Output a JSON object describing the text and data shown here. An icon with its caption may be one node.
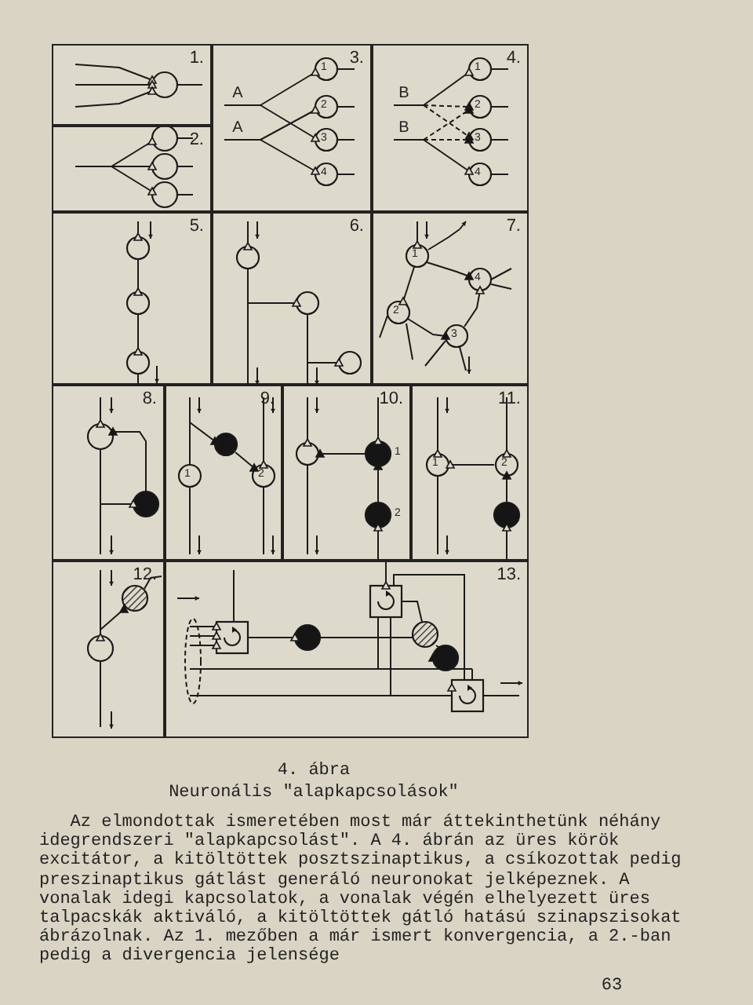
{
  "diagram": {
    "nodes": [
      {
        "text": [
          "1."
        ]
      },
      {
        "text": [
          "2."
        ]
      },
      {
        "text": [
          "3."
        ]
      },
      {
        "text": [
          "4."
        ]
      },
      {
        "text": [
          "5."
        ]
      },
      {
        "text": [
          "6."
        ]
      },
      {
        "text": [
          "7."
        ]
      },
      {
        "text": [
          "8."
        ]
      },
      {
        "text": [
          "9."
        ]
      },
      {
        "text": [
          "10."
        ]
      },
      {
        "text": [
          "11."
        ]
      },
      {
        "text": [
          "12."
        ]
      },
      {
        "text": [
          "13."
        ]
      }
    ],
    "labels": [
      "A",
      "A",
      "1",
      "2",
      "3",
      "4",
      "B",
      "B",
      "1",
      "2",
      "3",
      "4",
      "1",
      "4",
      "2",
      "3",
      "1",
      "2",
      "1",
      "2",
      "1",
      "2",
      "4. ábra",
      "Neuronális \"alapkapcsolások\"",
      "Az elmondottak ismeretében most már áttekinthetünk néhány idegrendszeri \"alapkapcsolást\". A 4. ábrán az üres körök excitátor, a kitöltöttek posztszinaptikus, a csíkozottak pedig preszinaptikus gátlást generáló neuronokat jelképeznek. A vonalak idegi kapcsolatok, a vonalak végén elhelyezett üres talpacskák aktiváló, a kitöltöttek gátló hatású szinapszisokat ábrázolnak. Az 1. mezőben a már ismert konvergencia, a 2.-ban pedig a divergencia jelensége",
      "63"
    ]
  }
}
